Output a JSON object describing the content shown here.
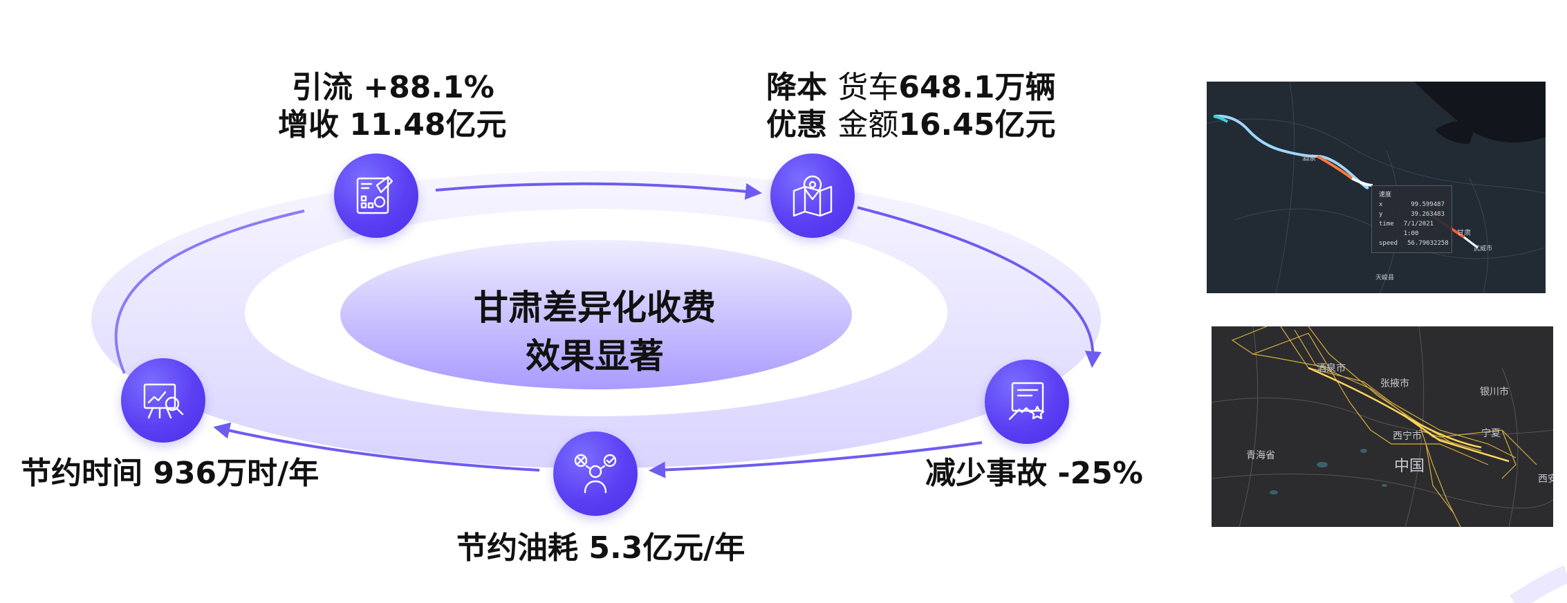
{
  "center": {
    "line1": "甘肃差异化收费",
    "line2": "效果显著"
  },
  "metrics": {
    "traffic": {
      "line1_label": "引流",
      "line1_value": "+88.1%",
      "line2_label": "增收",
      "line2_value": "11.48亿元"
    },
    "cost": {
      "line1_label": "降本",
      "line1_sub": "货车",
      "line1_value": "648.1万辆",
      "line2_label": "优惠",
      "line2_sub": "金额",
      "line2_value": "16.45亿元"
    },
    "accidents": {
      "label": "减少事故",
      "value": "-25%"
    },
    "fuel": {
      "label": "节约油耗",
      "value": "5.3亿元/年"
    },
    "time": {
      "label": "节约时间",
      "value": "936万时/年"
    }
  },
  "map1": {
    "label_city1": "酒泉",
    "label_city2": "甘肃",
    "label_city3": "武威市",
    "label_bottom": "天峻县",
    "tooltip": {
      "title": "速度",
      "rows": [
        {
          "k": "x",
          "v": "99.599487"
        },
        {
          "k": "y",
          "v": "39.263483"
        },
        {
          "k": "time",
          "v": "7/1/2021 1:00"
        },
        {
          "k": "speed",
          "v": "56.79032258"
        }
      ]
    }
  },
  "map2": {
    "labels": {
      "jiuquan": "酒泉市",
      "zhangye": "张掖市",
      "yinchuan": "银川市",
      "xining": "西宁市",
      "ningxia": "宁夏",
      "qinghai": "青海省",
      "china": "中国",
      "xian": "西安"
    }
  },
  "colors": {
    "accent": "#5a3ff3",
    "ring_light": "#e3e0ff",
    "arrow": "#6d5cf0",
    "map_dark": "#1f2630",
    "map_trail": "#f5c542"
  }
}
